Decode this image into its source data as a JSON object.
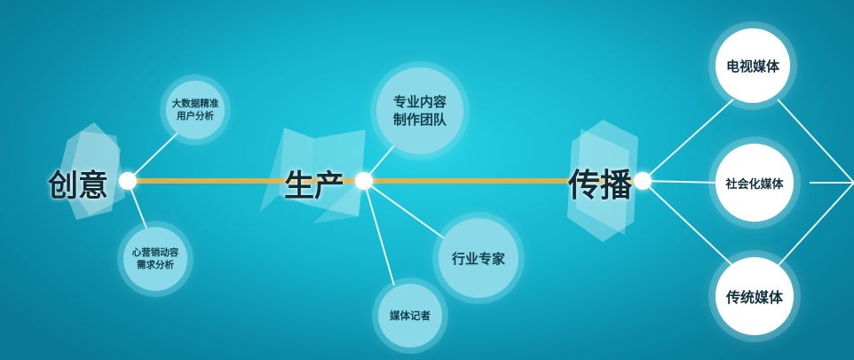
{
  "stages": [
    {
      "label": "创意"
    },
    {
      "label": "生产"
    },
    {
      "label": "传播"
    }
  ],
  "ideation_nodes": {
    "big_data": "大数据精准\n用户分析",
    "marketing": "心营销动容\n需求分析"
  },
  "production_nodes": {
    "pro_team": "专业内容\n制作团队",
    "experts": "行业专家",
    "reporters": "媒体记者"
  },
  "distribution_nodes": {
    "tv": "电视媒体",
    "social": "社会化媒体",
    "traditional": "传统媒体"
  },
  "colors": {
    "timeline": "#f4b041",
    "node_small": "#8ad9e8",
    "node_white": "#ffffff",
    "text_dark": "#0f2d38"
  }
}
